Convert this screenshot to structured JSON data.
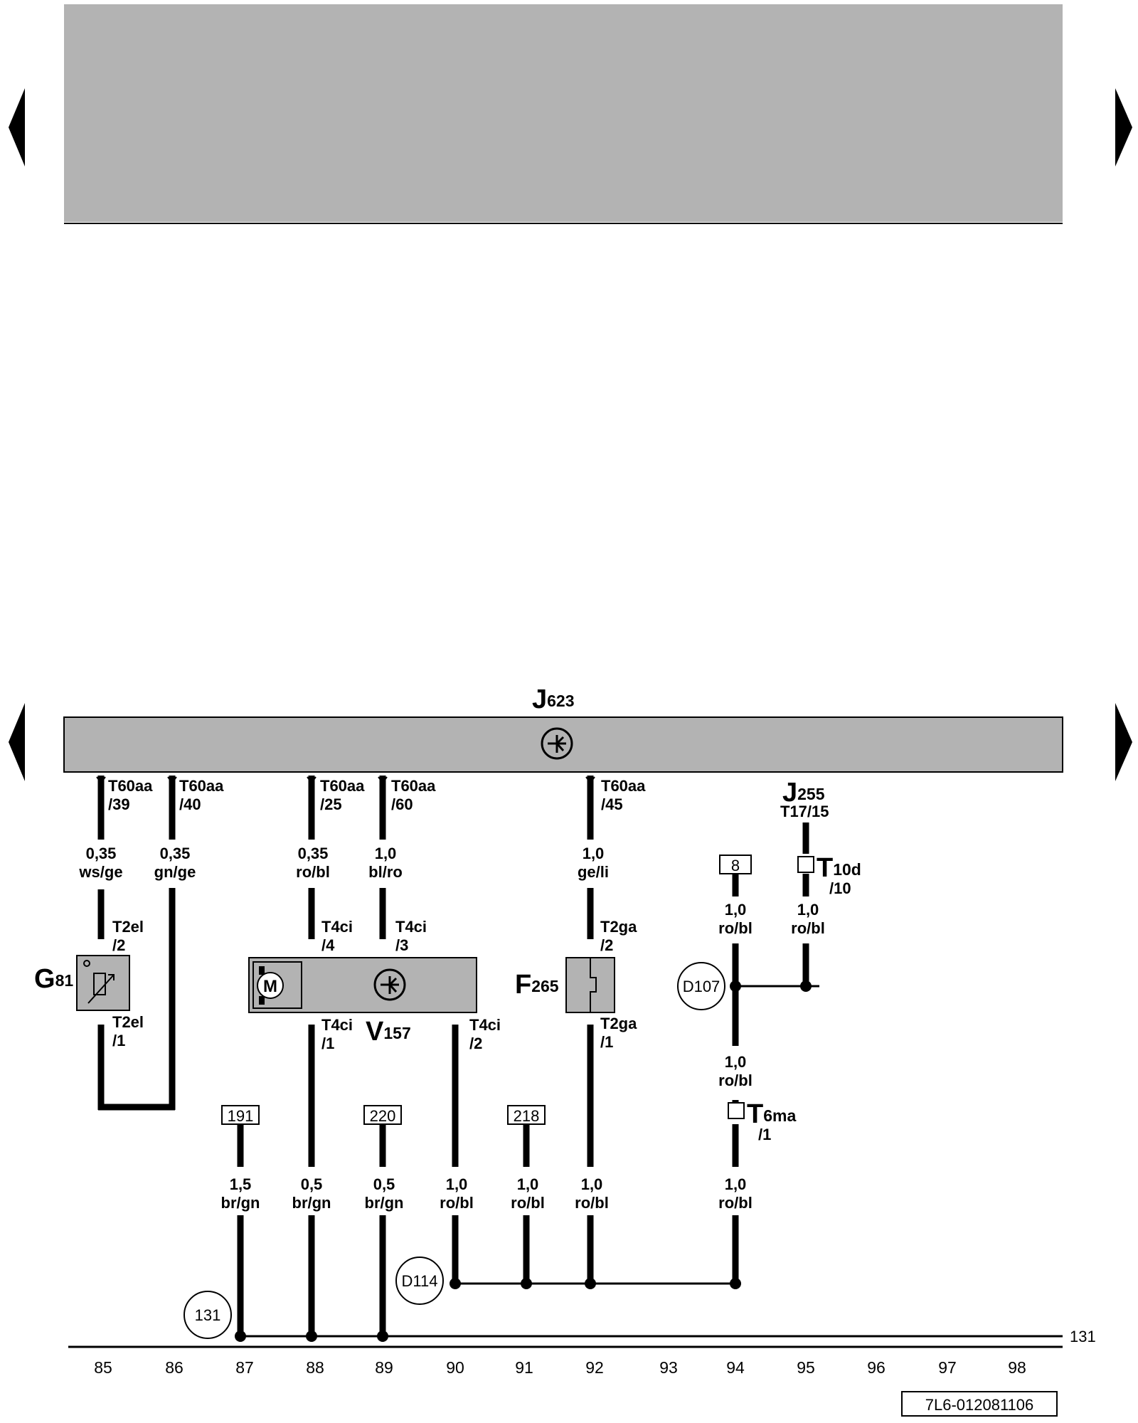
{
  "navigation": {
    "prev_top": "previous-page",
    "next_top": "next-page",
    "prev_bottom": "previous-page",
    "next_bottom": "next-page"
  },
  "control_unit": {
    "name": "J",
    "sub": "623"
  },
  "pins_top": [
    {
      "conn": "T60aa",
      "pin": "/39"
    },
    {
      "conn": "T60aa",
      "pin": "/40"
    },
    {
      "conn": "T60aa",
      "pin": "/25"
    },
    {
      "conn": "T60aa",
      "pin": "/60"
    },
    {
      "conn": "T60aa",
      "pin": "/45"
    }
  ],
  "wires_upper": [
    {
      "size": "0,35",
      "color": "ws/ge"
    },
    {
      "size": "0,35",
      "color": "gn/ge"
    },
    {
      "size": "0,35",
      "color": "ro/bl"
    },
    {
      "size": "1,0",
      "color": "bl/ro"
    },
    {
      "size": "1,0",
      "color": "ge/li"
    },
    {
      "size": "1,0",
      "color": "ro/bl"
    },
    {
      "size": "1,0",
      "color": "ro/bl"
    },
    {
      "size": "1,0",
      "color": "ro/bl"
    }
  ],
  "components": {
    "g81": {
      "name": "G",
      "sub": "81",
      "pin_top_conn": "T2el",
      "pin_top": "/2",
      "pin_bot_conn": "T2el",
      "pin_bot": "/1"
    },
    "v157": {
      "name": "V",
      "sub": "157",
      "motor": "M",
      "pin_in1_conn": "T4ci",
      "pin_in1": "/4",
      "pin_in2_conn": "T4ci",
      "pin_in2": "/3",
      "pin_out1_conn": "T4ci",
      "pin_out1": "/1",
      "pin_out2_conn": "T4ci",
      "pin_out2": "/2"
    },
    "f265": {
      "name": "F",
      "sub": "265",
      "pin_top_conn": "T2ga",
      "pin_top": "/2",
      "pin_bot_conn": "T2ga",
      "pin_bot": "/1"
    },
    "j255": {
      "name": "J",
      "sub": "255",
      "pin": "T17/15"
    },
    "t10d": {
      "name": "T",
      "sub": "10d",
      "pin": "/10"
    },
    "t6ma": {
      "name": "T",
      "sub": "6ma",
      "pin": "/1"
    }
  },
  "ref_boxes": {
    "r8": "8",
    "r191": "191",
    "r220": "220",
    "r218": "218"
  },
  "junctions": {
    "d107": "D107",
    "d114": "D114",
    "g131": "131",
    "g131_right": "131"
  },
  "wires_lower": [
    {
      "size": "1,5",
      "color": "br/gn"
    },
    {
      "size": "0,5",
      "color": "br/gn"
    },
    {
      "size": "0,5",
      "color": "br/gn"
    },
    {
      "size": "1,0",
      "color": "ro/bl"
    },
    {
      "size": "1,0",
      "color": "ro/bl"
    },
    {
      "size": "1,0",
      "color": "ro/bl"
    },
    {
      "size": "1,0",
      "color": "ro/bl"
    }
  ],
  "columns": [
    "85",
    "86",
    "87",
    "88",
    "89",
    "90",
    "91",
    "92",
    "93",
    "94",
    "95",
    "96",
    "97",
    "98"
  ],
  "doc_id": "7L6-012081106"
}
